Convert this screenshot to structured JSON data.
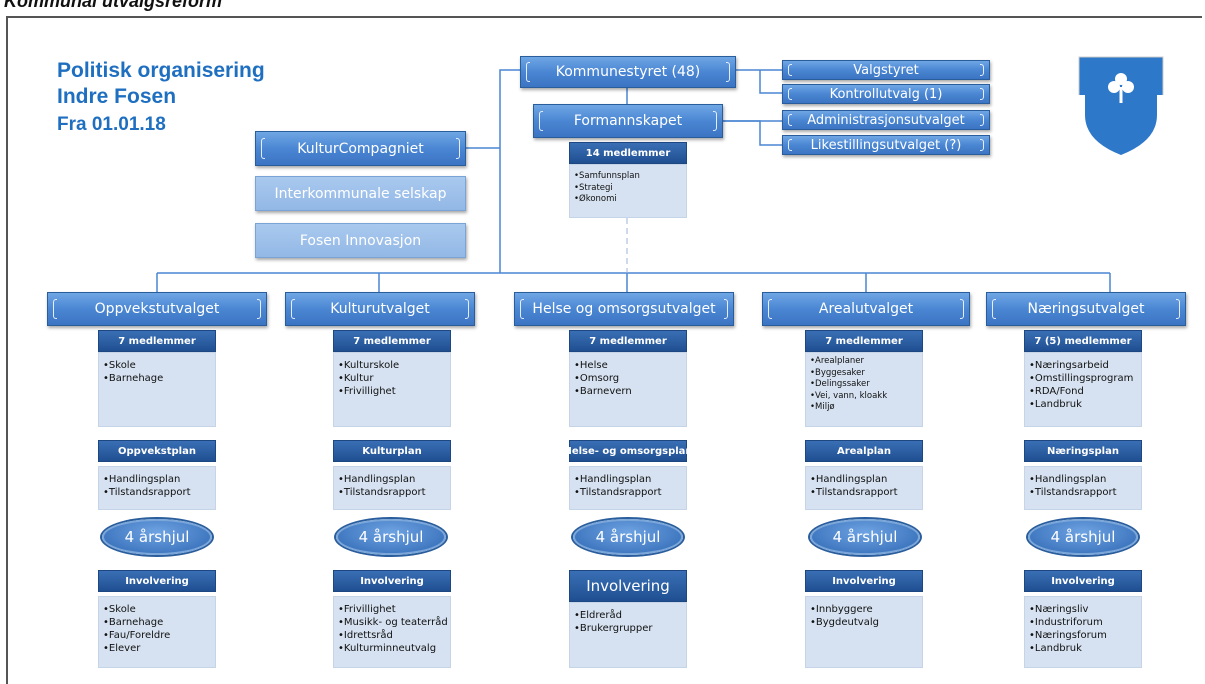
{
  "header_strip": "Kommunal utvalgsreform",
  "title": {
    "line1": "Politisk organisering",
    "line2": "Indre Fosen",
    "line3": "Fra 01.01.18"
  },
  "colors": {
    "title_blue": "#1f6fc1",
    "box_blue": "#4a86d3",
    "header_dark": "#1f4f91",
    "panel_light": "#d6e2f1",
    "shield_blue": "#2e78c9"
  },
  "logo": {
    "icon": "shamrock-shield-icon"
  },
  "top": {
    "kommunestyret": "Kommunestyret (48)",
    "formannskapet": "Formannskapet",
    "formannskapet_members": "14 medlemmer",
    "formannskapet_items": [
      "Samfunnsplan",
      "Strategi",
      "Økonomi"
    ]
  },
  "right_boxes": [
    "Valgstyret",
    "Kontrollutvalg (1)",
    "Administrasjonsutvalget",
    "Likestillingsutvalget (?)"
  ],
  "left_boxes": [
    "KulturCompagniet",
    "Interkommunale selskap",
    "Fosen Innovasjon"
  ],
  "committees": [
    {
      "name": "Oppvekstutvalget",
      "members": "7 medlemmer",
      "areas": [
        "Skole",
        "Barnehage"
      ],
      "plan": "Oppvekstplan",
      "plan_items": [
        "Handlingsplan",
        "Tilstandsrapport"
      ],
      "wheel": "4 årshjul",
      "involvement": "Involvering",
      "involvement_items": [
        "Skole",
        "Barnehage",
        "Fau/Foreldre",
        "Elever"
      ]
    },
    {
      "name": "Kulturutvalget",
      "members": "7 medlemmer",
      "areas": [
        "Kulturskole",
        "Kultur",
        "Frivillighet"
      ],
      "plan": "Kulturplan",
      "plan_items": [
        "Handlingsplan",
        "Tilstandsrapport"
      ],
      "wheel": "4 årshjul",
      "involvement": "Involvering",
      "involvement_items": [
        "Frivillighet",
        "Musikk- og teaterråd",
        "Idrettsråd",
        "Kulturminneutvalg"
      ]
    },
    {
      "name": "Helse og omsorgsutvalget",
      "members": "7 medlemmer",
      "areas": [
        "Helse",
        "Omsorg",
        "Barnevern"
      ],
      "plan": "Helse- og omsorgsplan",
      "plan_items": [
        "Handlingsplan",
        "Tilstandsrapport"
      ],
      "wheel": "4 årshjul",
      "involvement": "Involvering",
      "involvement_items": [
        "Eldreråd",
        "Brukergrupper"
      ]
    },
    {
      "name": "Arealutvalget",
      "members": "7 medlemmer",
      "areas": [
        "Arealplaner",
        "Byggesaker",
        "Delingssaker",
        "Vei, vann, kloakk",
        "Miljø"
      ],
      "plan": "Arealplan",
      "plan_items": [
        "Handlingsplan",
        "Tilstandsrapport"
      ],
      "wheel": "4 årshjul",
      "involvement": "Involvering",
      "involvement_items": [
        "Innbyggere",
        "Bygdeutvalg"
      ]
    },
    {
      "name": "Næringsutvalget",
      "members": "7 (5) medlemmer",
      "areas": [
        "Næringsarbeid",
        "Omstillingsprogram",
        "RDA/Fond",
        "Landbruk"
      ],
      "plan": "Næringsplan",
      "plan_items": [
        "Handlingsplan",
        "Tilstandsrapport"
      ],
      "wheel": "4 årshjul",
      "involvement": "Involvering",
      "involvement_items": [
        "Næringsliv",
        "Industriforum",
        "Næringsforum",
        "Landbruk"
      ]
    }
  ]
}
